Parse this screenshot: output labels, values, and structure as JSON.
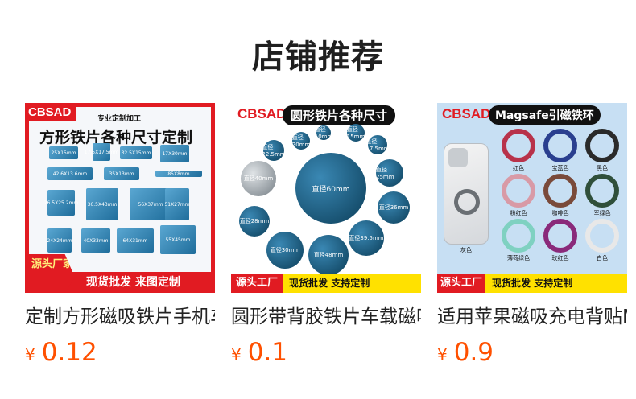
{
  "section": {
    "title": "店铺推荐"
  },
  "products": [
    {
      "name": "定制方形磁吸铁片手机车载支架引磁片",
      "price_symbol": "¥",
      "price": "0.12",
      "thumb": {
        "brand": "CBSAD",
        "subtitle": "专业定制加工",
        "headline": "方形铁片各种尺寸定制",
        "plates": [
          "25X15mm",
          "17.5X17.5mm",
          "32.5X15mm",
          "17X30mm",
          "42.6X13.6mm",
          "35X13mm",
          "85X8mm",
          "26.5X25.2mm",
          "36.5X43mm",
          "56X37mm",
          "51X27mm",
          "24X24mm",
          "40X33mm",
          "64X31mm",
          "55X45mm"
        ],
        "badge": "源头厂家",
        "banner": "现货批发 来图定制"
      }
    },
    {
      "name": "圆形带背胶铁片车载磁吸支架引磁片",
      "price_symbol": "¥",
      "price": "0.1",
      "thumb": {
        "brand": "CBSAD",
        "headline": "圆形铁片各种尺寸",
        "discs": [
          "直径60mm",
          "直径40mm",
          "直径28mm",
          "直径30mm",
          "直径48mm",
          "直径39.5mm",
          "直径36mm",
          "直径25mm",
          "直径17.5mm",
          "直径15mm",
          "直径10mm",
          "直径20mm",
          "直径22.5mm"
        ],
        "banner_left": "源头工厂",
        "banner_right": "现货批发 支持定制"
      }
    },
    {
      "name": "适用苹果磁吸充电背贴Magsafe引磁铁环",
      "price_symbol": "¥",
      "price": "0.9",
      "thumb": {
        "brand": "CBSAD",
        "headline": "Magsafe引磁铁环",
        "phone_label": "灰色",
        "rings": [
          {
            "label": "红色",
            "color": "#b8324a"
          },
          {
            "label": "宝蓝色",
            "color": "#2a3f8f"
          },
          {
            "label": "黑色",
            "color": "#2a2a2a"
          },
          {
            "label": "粉红色",
            "color": "#d89aa6"
          },
          {
            "label": "咖啡色",
            "color": "#7a4a3a"
          },
          {
            "label": "军绿色",
            "color": "#2f4f3a"
          },
          {
            "label": "薄荷绿色",
            "color": "#7fd1c1"
          },
          {
            "label": "玫红色",
            "color": "#8a2a7a"
          },
          {
            "label": "白色",
            "color": "#e8e8e8"
          }
        ],
        "banner_left": "源头工厂",
        "banner_right": "现货批发 支持定制"
      }
    }
  ]
}
